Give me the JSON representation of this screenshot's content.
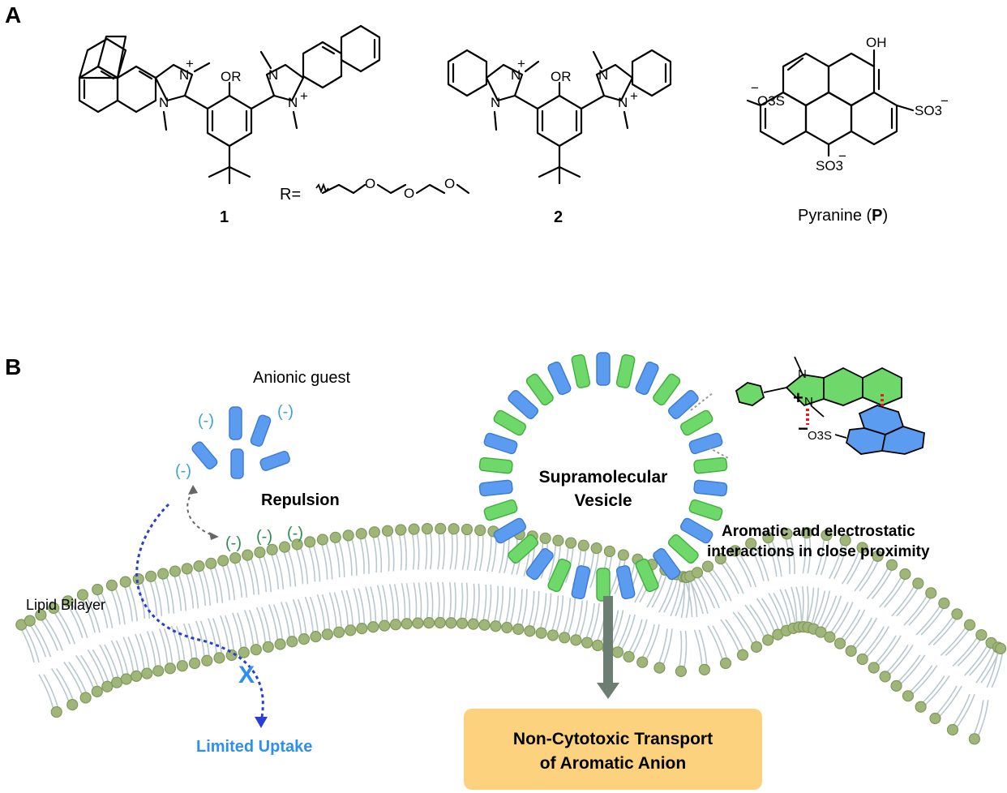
{
  "panel_a": {
    "panel_label": "A",
    "r_group": "OR",
    "r_definition_prefix": "R=",
    "ether_oxygen": "O",
    "compound1_label": "1",
    "compound2_label": "2",
    "pyranine_prefix": "Pyranine (",
    "pyranine_bold": "P",
    "pyranine_suffix": ")",
    "hydroxyl": "OH",
    "sulfonate_left": "O3S",
    "sulfonate_right": "SO3",
    "sulfonate_bottom": "SO3",
    "charge_plus": "+",
    "charge_minus": "−",
    "nitrogen": "N"
  },
  "panel_b": {
    "panel_label": "B",
    "anionic_guest": "Anionic guest",
    "anion_charge": "(-)",
    "repulsion": "Repulsion",
    "lipid_bilayer": "Lipid Bilayer",
    "x_mark": "X",
    "limited_uptake": "Limited Uptake",
    "vesicle_line1": "Supramolecular",
    "vesicle_line2": "Vesicle",
    "interaction_line1": "Aromatic and electrostatic",
    "interaction_line2": "interactions in close proximity",
    "transport_line1": "Non-Cytotoxic Transport",
    "transport_line2": "of Aromatic Anion",
    "inset_sulfonate": "O3S"
  },
  "colors": {
    "host_capsule": "#6fd86a",
    "guest_capsule": "#5b9cf0",
    "membrane_head": "#9fb57a",
    "limited_uptake_text": "#2f8ff0",
    "uptake_path": "#2a3fd0",
    "interaction_bond": "#e02020",
    "transport_box": "#fcd27e"
  }
}
